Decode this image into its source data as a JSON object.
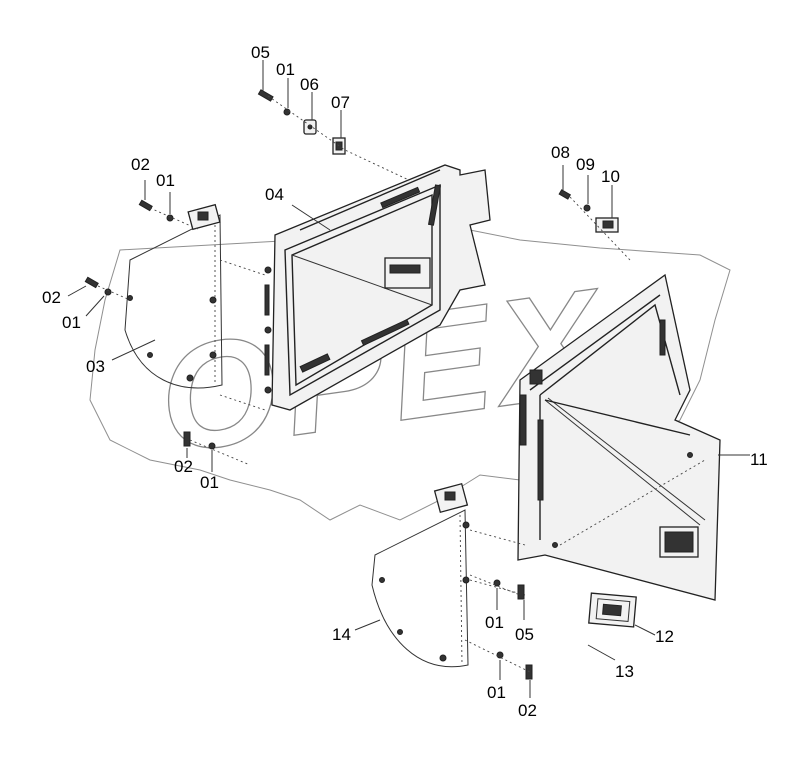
{
  "watermark": "OPEX",
  "callouts": [
    {
      "id": "c05a",
      "text": "05"
    },
    {
      "id": "c01a",
      "text": "01"
    },
    {
      "id": "c06",
      "text": "06"
    },
    {
      "id": "c07",
      "text": "07"
    },
    {
      "id": "c02a",
      "text": "02"
    },
    {
      "id": "c01b",
      "text": "01"
    },
    {
      "id": "c04",
      "text": "04"
    },
    {
      "id": "c08",
      "text": "08"
    },
    {
      "id": "c09",
      "text": "09"
    },
    {
      "id": "c10",
      "text": "10"
    },
    {
      "id": "c02b",
      "text": "02"
    },
    {
      "id": "c01c",
      "text": "01"
    },
    {
      "id": "c03",
      "text": "03"
    },
    {
      "id": "c02c",
      "text": "02"
    },
    {
      "id": "c01d",
      "text": "01"
    },
    {
      "id": "c11",
      "text": "11"
    },
    {
      "id": "c01e",
      "text": "01"
    },
    {
      "id": "c05b",
      "text": "05"
    },
    {
      "id": "c14",
      "text": "14"
    },
    {
      "id": "c12",
      "text": "12"
    },
    {
      "id": "c13",
      "text": "13"
    },
    {
      "id": "c01f",
      "text": "01"
    },
    {
      "id": "c02d",
      "text": "02"
    }
  ]
}
